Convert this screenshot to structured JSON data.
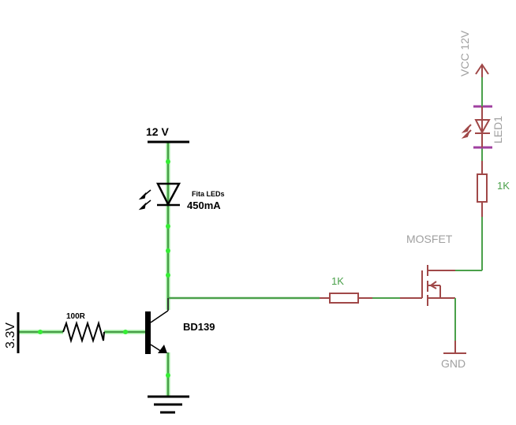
{
  "diagram": {
    "type": "circuit-schematic",
    "colors": {
      "wire_highlight": "#44dd44",
      "wire_dark": "#4a9a4a",
      "symbol_black": "#000000",
      "eagle_wire": "#4aa04a",
      "eagle_part": "#a04848",
      "eagle_text": "#a0a0a0",
      "eagle_value": "#4aa04a",
      "eagle_pin": "#a040a0"
    },
    "left_circuit": {
      "supply_12v": "12 V",
      "supply_3v3": "3.3V",
      "base_resistor": "100R",
      "led_strip_name": "Fita LEDs",
      "led_strip_current": "450mA",
      "transistor": "BD139"
    },
    "right_circuit": {
      "vcc": "VCC 12V",
      "led": "LED1",
      "drain_resistor": "1K",
      "gate_resistor": "1K",
      "mosfet": "MOSFET",
      "ground": "GND"
    }
  }
}
